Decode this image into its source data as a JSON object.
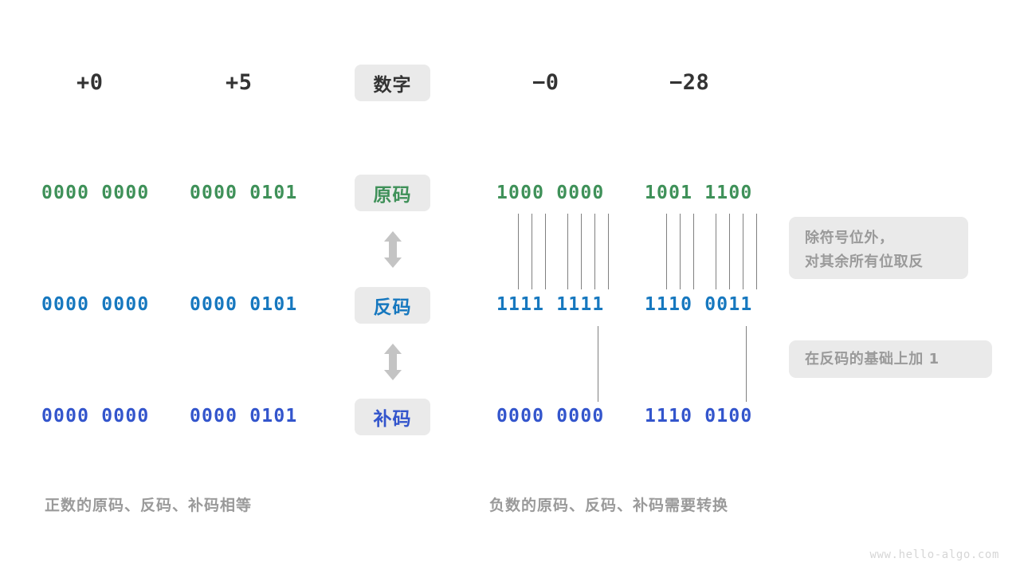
{
  "diagram": {
    "title_row": {
      "label": "数字",
      "columns": [
        {
          "name": "plus-zero",
          "value": "+0"
        },
        {
          "name": "plus-five",
          "value": "+5"
        },
        {
          "name": "minus-zero",
          "value": "−0"
        },
        {
          "name": "minus-28",
          "value": "−28"
        }
      ]
    },
    "rows": [
      {
        "key": "sign-magnitude",
        "label": "原码",
        "color": "#3f9159",
        "values": {
          "plus_zero": "0000 0000",
          "plus_five": "0000 0101",
          "minus_zero": "1000 0000",
          "minus_28": "1001 1100"
        }
      },
      {
        "key": "ones-complement",
        "label": "反码",
        "color": "#1778bf",
        "values": {
          "plus_zero": "0000 0000",
          "plus_five": "0000 0101",
          "minus_zero": "1111 1111",
          "minus_28": "1110 0011"
        }
      },
      {
        "key": "twos-complement",
        "label": "补码",
        "color": "#3355cc",
        "values": {
          "plus_zero": "0000 0000",
          "plus_five": "0000 0101",
          "minus_zero": "0000 0000",
          "minus_28": "1110 0100"
        }
      }
    ],
    "notes": [
      {
        "key": "invert-note",
        "line1": "除符号位外，",
        "line2": "对其余所有位取反"
      },
      {
        "key": "add-one-note",
        "line1": "在反码的基础上加  1",
        "line2": ""
      }
    ],
    "captions": {
      "left": "正数的原码、反码、补码相等",
      "right": "负数的原码、反码、补码需要转换"
    },
    "watermark": "www.hello-algo.com",
    "colors": {
      "badge_bg": "#eaeaea",
      "note_bg": "#eaeaea",
      "note_text": "#9a9a9a",
      "connector": "#808080",
      "arrow": "#c4c4c4",
      "page_bg": "#ffffff"
    }
  }
}
